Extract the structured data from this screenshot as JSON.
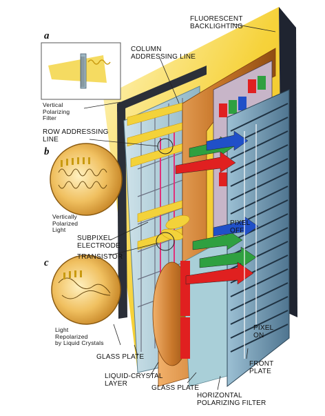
{
  "labels": {
    "fluorescent_backlighting": "FLUORESCENT\nBACKLIGHTING",
    "column_addressing_line": "COLUMN\nADDRESSING LINE",
    "vertical_polarizing_filter": "Vertical\nPolarizing\nFilter",
    "row_addressing_line": "ROW ADDRESSING\nLINE",
    "vertically_polarized_light": "Vertically\nPolarized\nLight",
    "subpixel_electrode": "SUBPIXEL\nELECTRODE",
    "transistor": "TRANSISTOR",
    "pixel_off": "PIXEL\nOFF",
    "light_repolarized": "Light\nRepolarized\nby Liquid Crystals",
    "glass_plate_back": "GLASS PLATE",
    "liquid_crystal_layer": "LIQUID-CRYSTAL\nLAYER",
    "glass_plate_front": "GLASS PLATE",
    "horizontal_polarizing_filter": "HORIZONTAL\nPOLARIZING FILTER",
    "pixel_on": "PIXEL\nON",
    "front_plate": "FRONT\nPLATE"
  },
  "insets": {
    "a": "a",
    "b": "b",
    "c": "c"
  },
  "colors": {
    "backlight_yellow": "#f6d23a",
    "glass_blue": "#9fc3d2",
    "liquid_crystal_orange": "#c8772a",
    "subpixel_red": "#e02020",
    "subpixel_green": "#2fa040",
    "subpixel_blue": "#2050c8",
    "frame_dark": "#2b2f38",
    "front_plate_blue": "#5a7f9a"
  }
}
